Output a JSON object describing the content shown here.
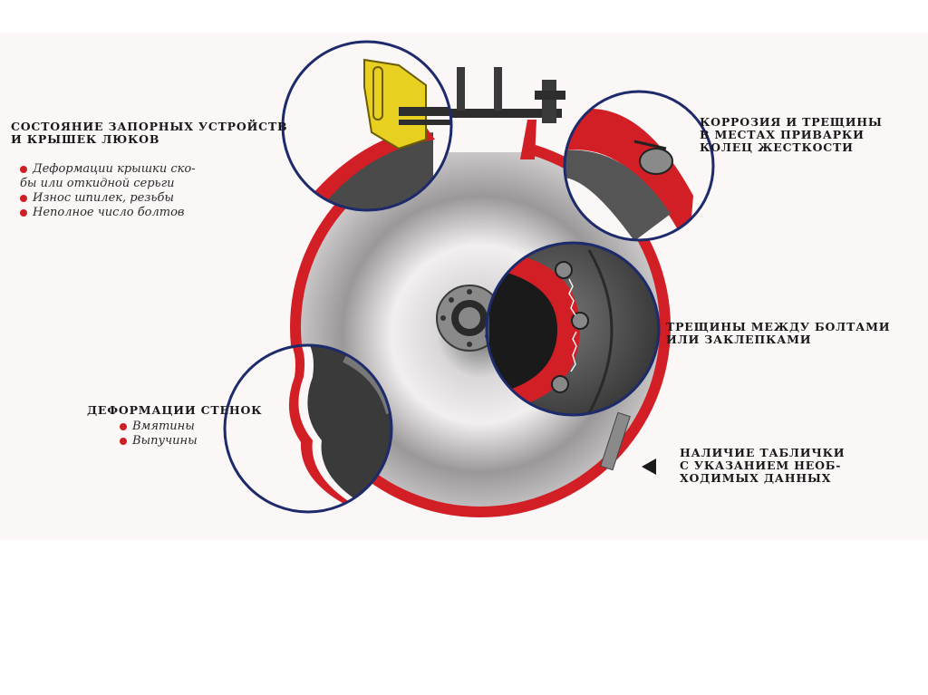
{
  "labels": {
    "locks_title": [
      "СОСТОЯНИЕ ЗАПОРНЫХ УСТРОЙСТВ",
      "И КРЫШЕК ЛЮКОВ"
    ],
    "locks_items": [
      "Деформации крышки ско-",
      "бы или откидной серьги",
      "Износ шпилек, резьбы",
      "Неполное число болтов"
    ],
    "corrosion": [
      "КОРРОЗИЯ И ТРЕЩИНЫ",
      "В МЕСТАХ ПРИВАРКИ",
      "КОЛЕЦ ЖЕСТКОСТИ"
    ],
    "cracks": [
      "ТРЕЩИНЫ МЕЖДУ БОЛТАМИ",
      "ИЛИ ЗАКЛЕПКАМИ"
    ],
    "walls_title": "ДЕФОРМАЦИИ СТЕНОК",
    "walls_items": [
      "Вмятины",
      "Выпучины"
    ],
    "plate": [
      "НАЛИЧИЕ ТАБЛИЧКИ",
      "С УКАЗАНИЕМ НЕОБ-",
      "ХОДИМЫХ ДАННЫХ"
    ]
  },
  "colors": {
    "vessel_red": "#d21f26",
    "lens_ring": "#1d2a6b",
    "bracket": "#e8d020",
    "bullet": "#cc2025"
  }
}
